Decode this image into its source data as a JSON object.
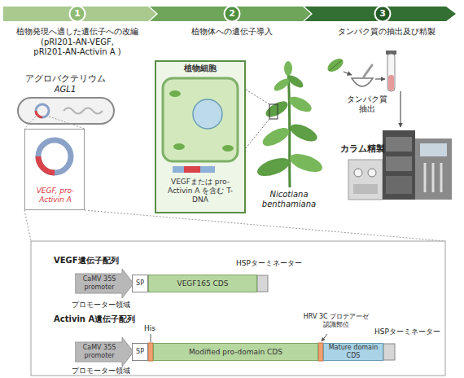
{
  "diagram": {
    "nodes": [
      {
        "text": [
          "1"
        ]
      },
      {
        "text": [
          "2"
        ]
      },
      {
        "text": [
          "3"
        ]
      },
      {
        "text": [
          "VEGF, pro-Activin A"
        ]
      },
      {
        "text": [
          "植物細胞",
          "VEGFまたは pro-Activin A を含む T-DNA"
        ]
      },
      {
        "text": [
          "CaMV 35S promoter"
        ]
      },
      {
        "text": [
          "SP"
        ]
      },
      {
        "text": [
          "VEGF165 CDS"
        ]
      },
      {
        "text": [
          "CaMV 35S promoter"
        ]
      },
      {
        "text": [
          "SP"
        ]
      },
      {
        "text": [
          "Modified pro-domain CDS"
        ]
      },
      {
        "text": [
          "Mature domain CDS"
        ]
      }
    ],
    "labels": [
      "植物発現へ適した遺伝子への改編",
      "(pRI201-AN-VEGF, pRI201-AN-Activin A )",
      "植物体への遺伝子導入",
      "タンパク質の抽出及び精製",
      "アグロバクテリウム",
      "AGL1",
      "Nicotiana benthamiana",
      "タンパク質 抽出",
      "カラム精製",
      "VEGF遺伝子配列",
      "HSPターミネーター",
      "プロモーター領域",
      "Activin A遺伝子配列",
      "His",
      "HRV 3C プロテアーゼ 認識部位",
      "HSPターミネーター",
      "プロモーター領域"
    ]
  }
}
